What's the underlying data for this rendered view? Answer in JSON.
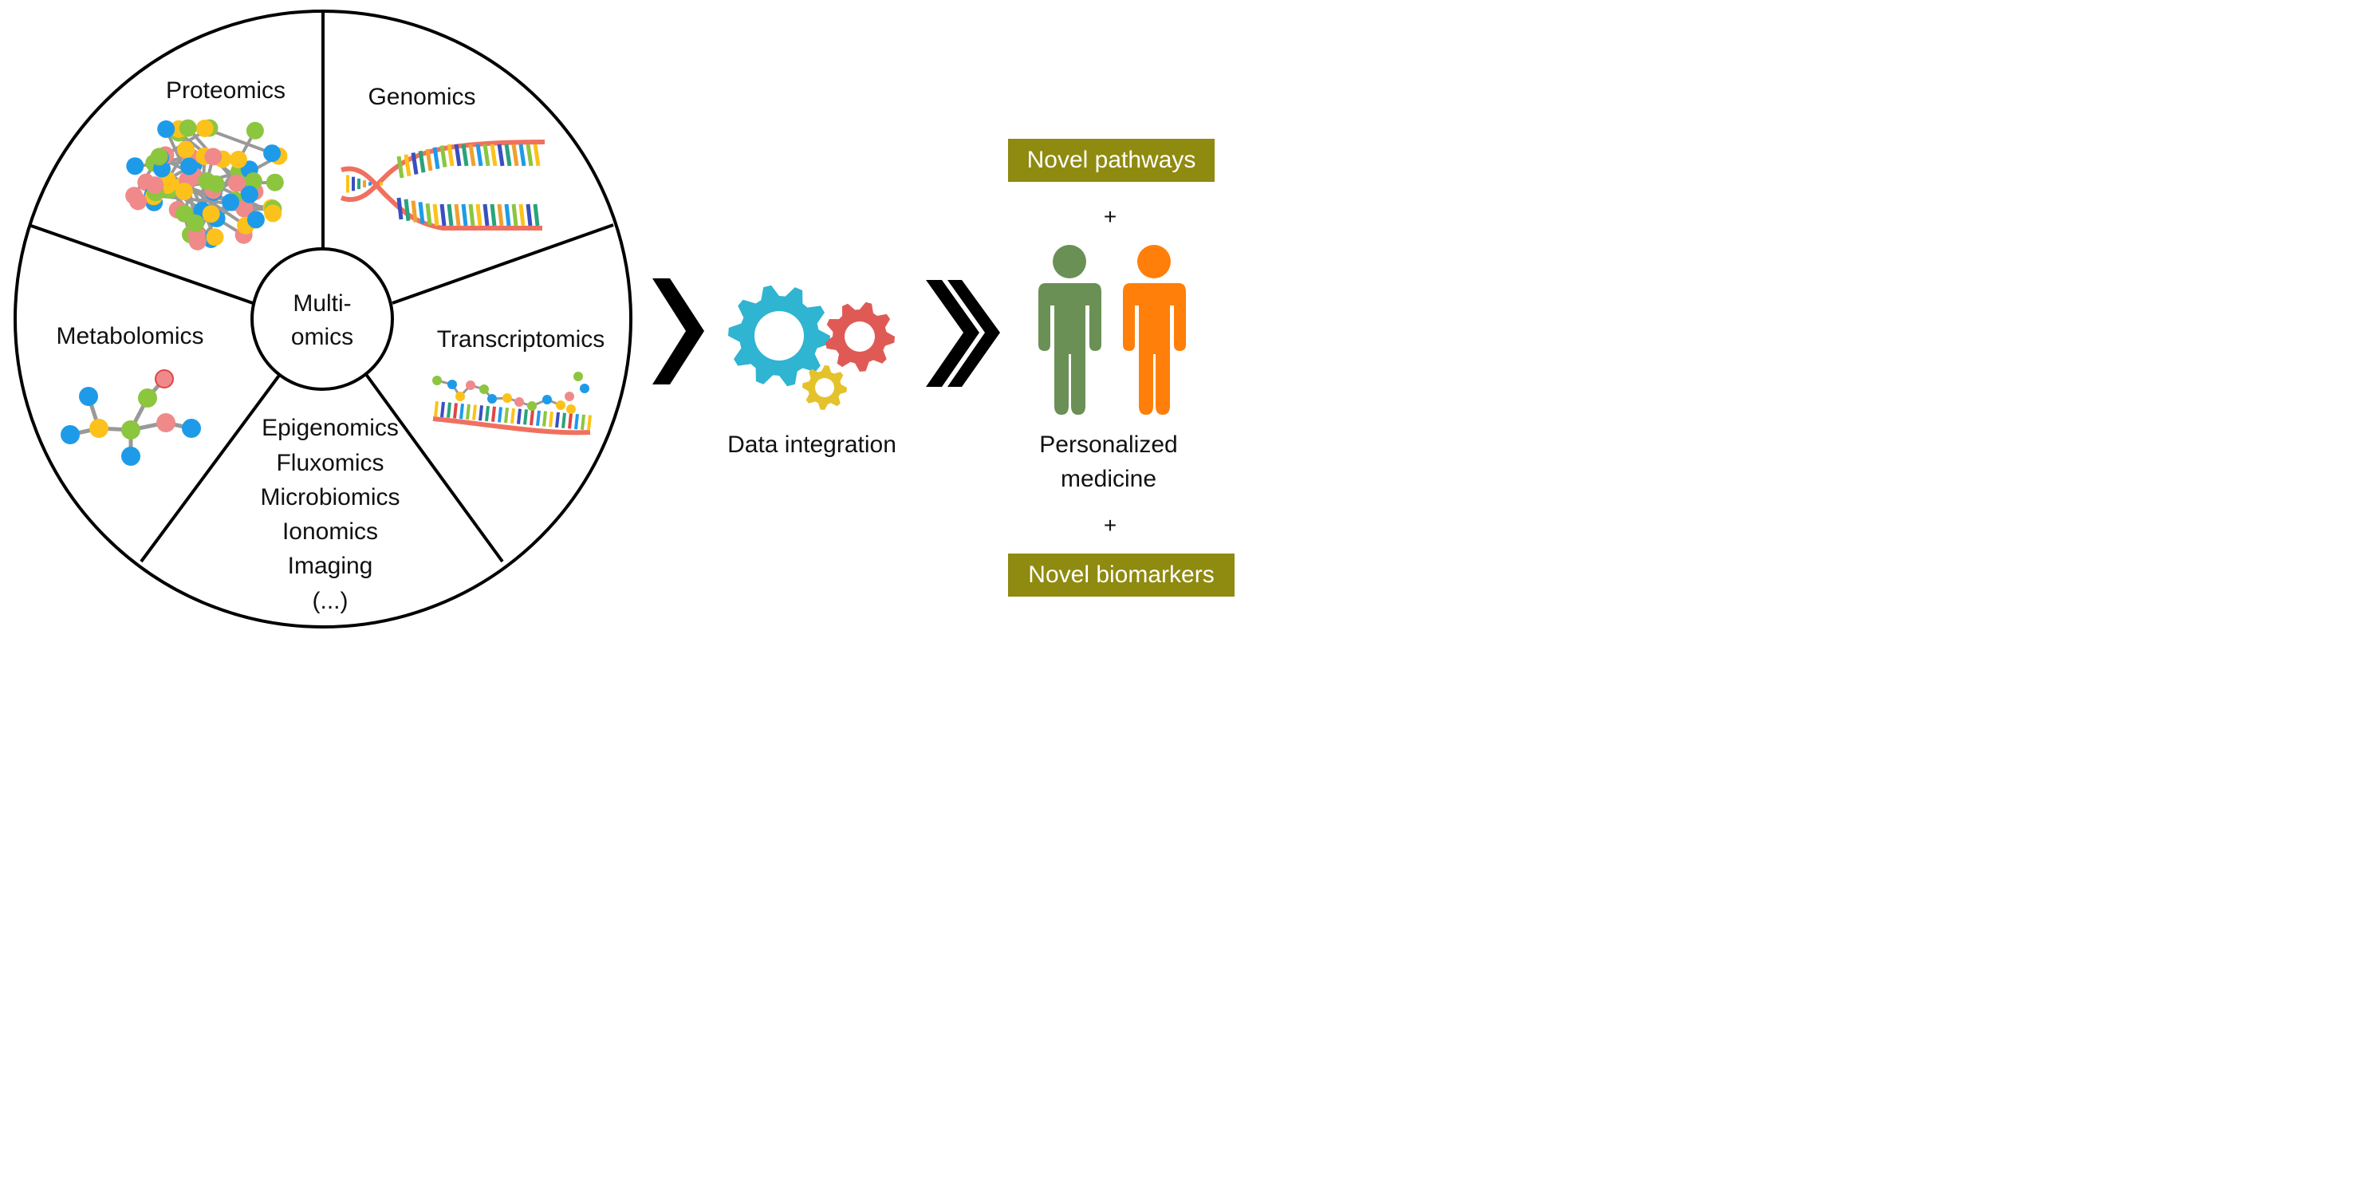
{
  "wheel": {
    "center": [
      "Multi-",
      "omics"
    ],
    "segments": {
      "proteomics": "Proteomics",
      "genomics": "Genomics",
      "transcriptomics": "Transcriptomics",
      "metabolomics": "Metabolomics",
      "others": [
        "Epigenomics",
        "Fluxomics",
        "Microbiomics",
        "Ionomics",
        "Imaging",
        "(...)"
      ]
    }
  },
  "integration": {
    "label": "Data integration"
  },
  "outcome": {
    "pathways": "Novel pathways",
    "plus": "+",
    "medicine": [
      "Personalized",
      "medicine"
    ],
    "biomarkers": "Novel biomarkers"
  },
  "colors": {
    "badge": "#8f8a10",
    "person_green": "#6a9055",
    "person_orange": "#ff7f0a",
    "gear_blue": "#2fb4d2",
    "gear_red": "#e05a55",
    "gear_yellow": "#e4c22c",
    "atom_pink": "#f08a8a",
    "atom_green": "#8cc63f",
    "atom_blue": "#1e9be8",
    "atom_yellow": "#fcc21b"
  }
}
